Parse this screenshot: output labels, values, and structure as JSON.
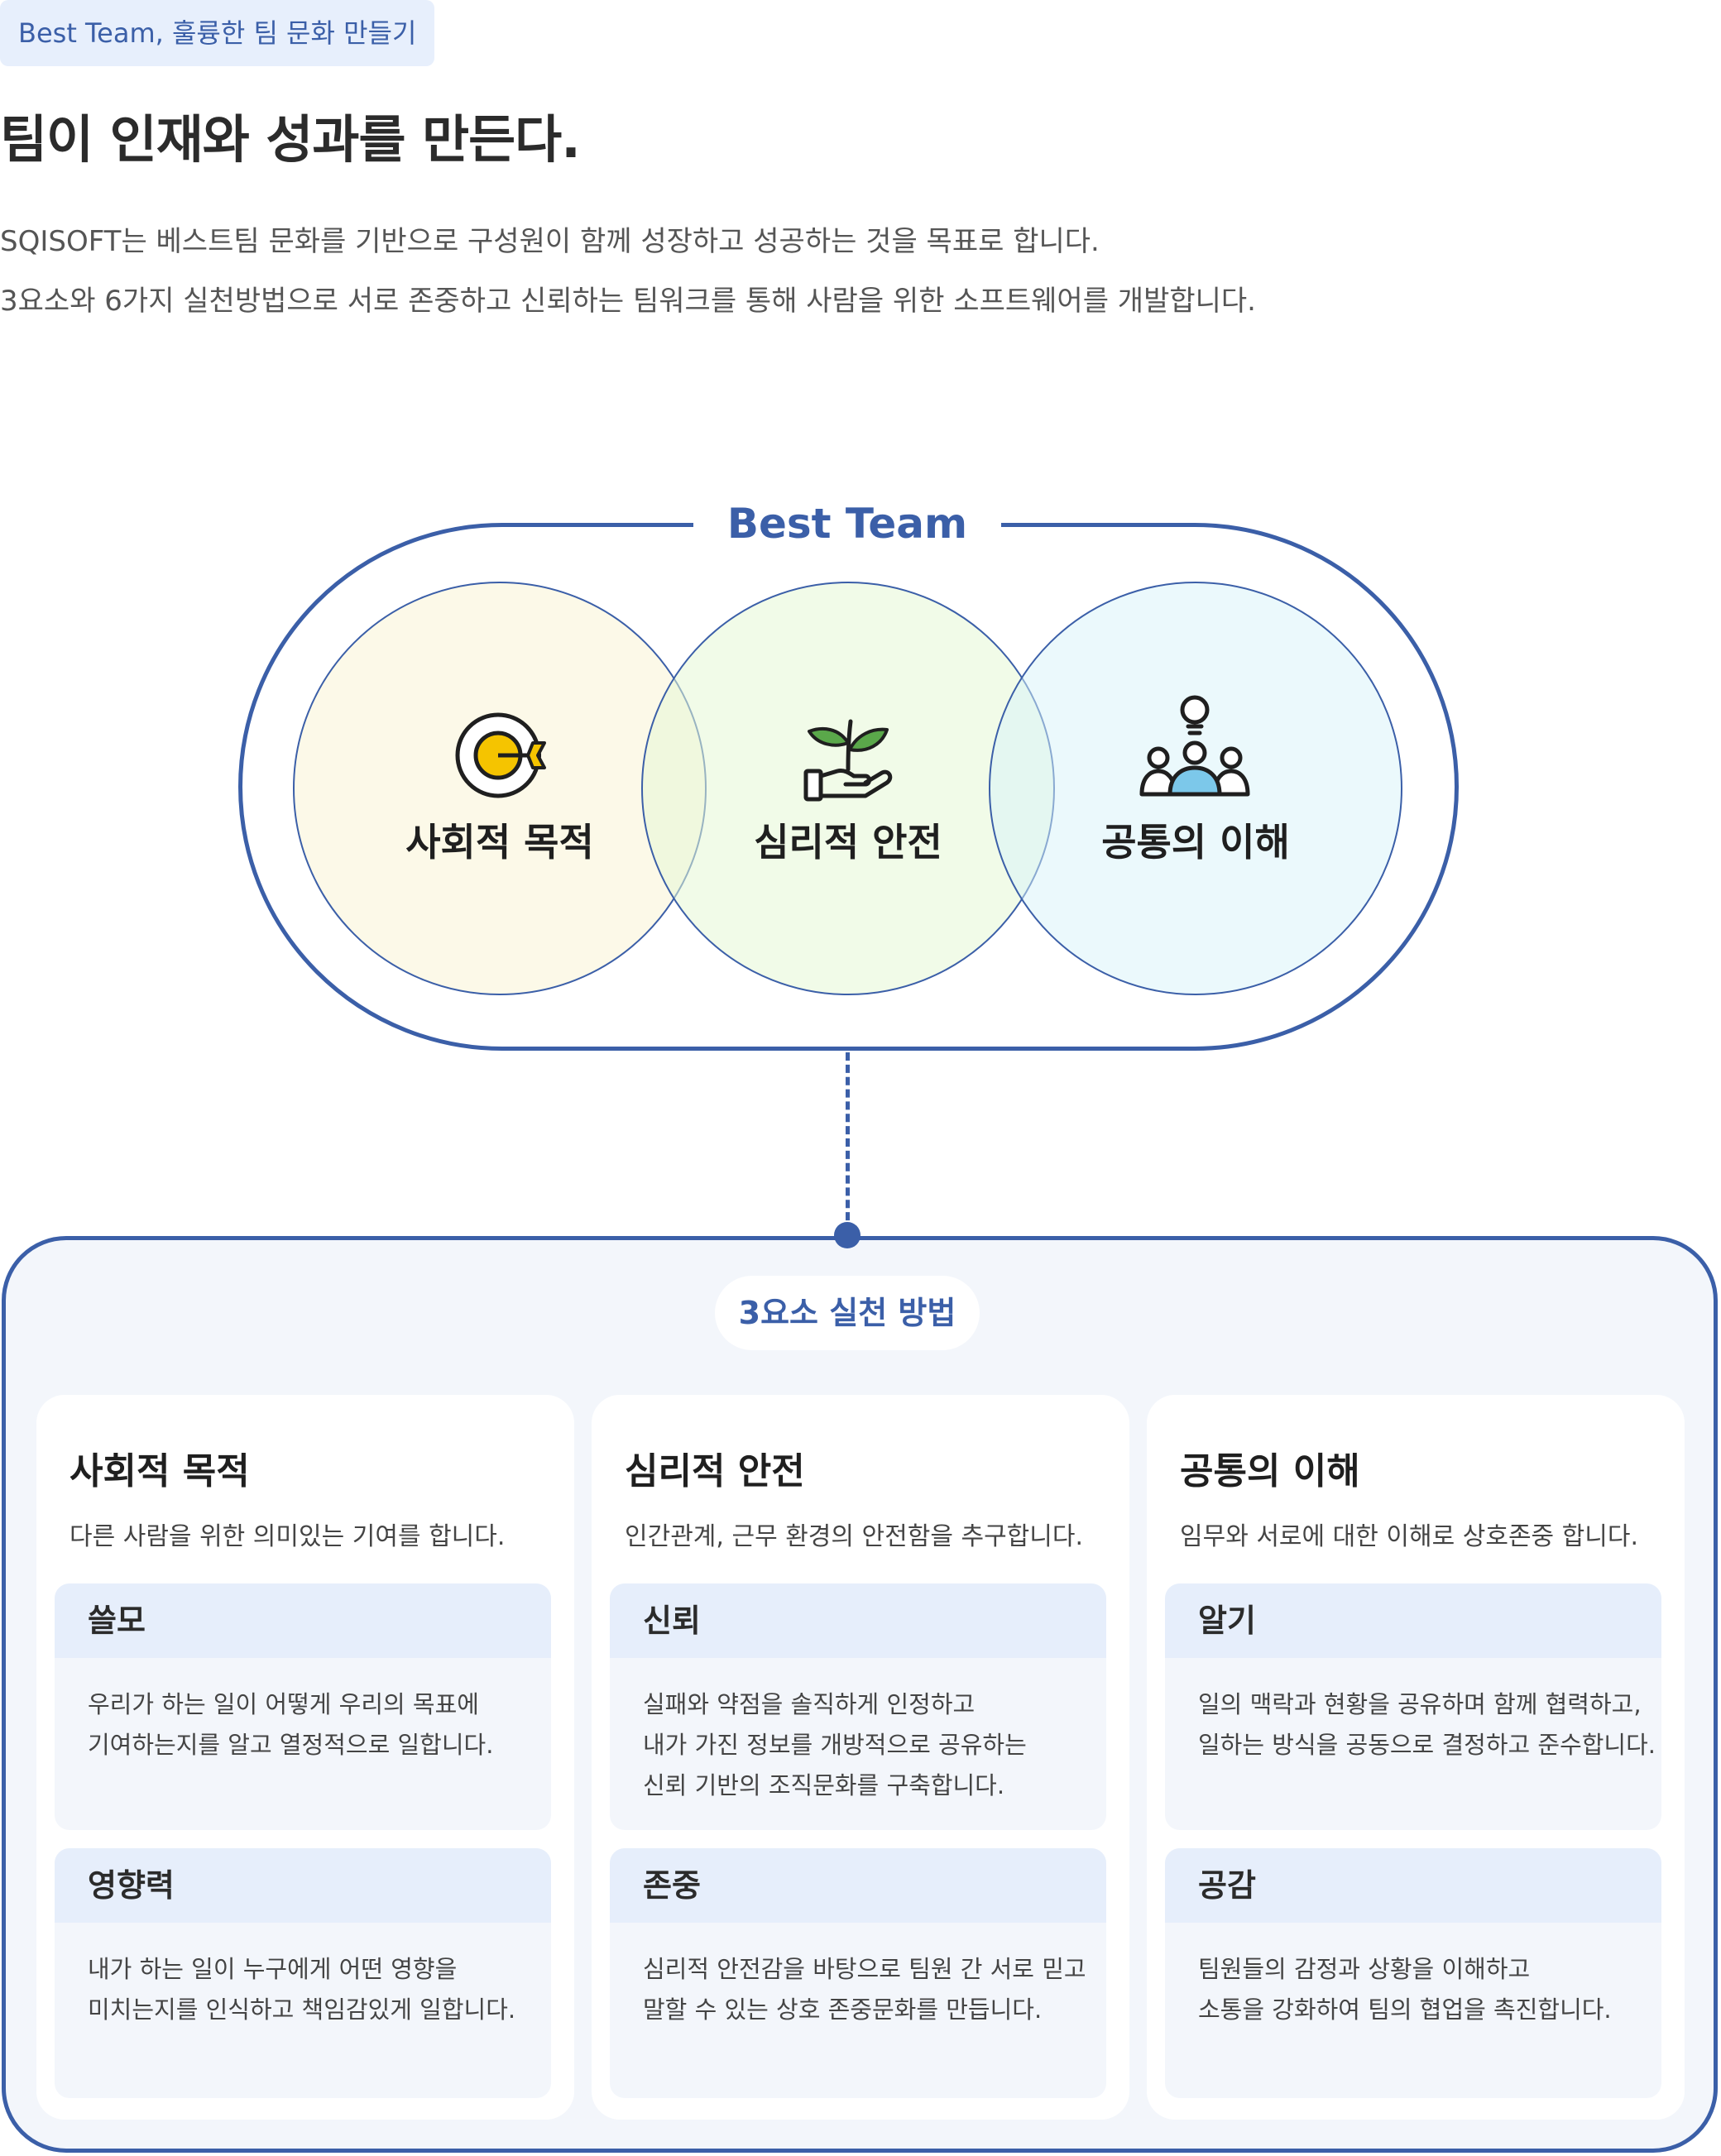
{
  "tag": "Best Team, 훌륭한 팀 문화 만들기",
  "headline": "팀이 인재와 성과를 만든다.",
  "intro": [
    "SQISOFT는 베스트팀 문화를 기반으로 구성원이 함께 성장하고 성공하는 것을 목표로 합니다.",
    "3요소와 6가지 실천방법으로 서로 존중하고 신뢰하는 팀워크를 통해 사람을 위한 소프트웨어를 개발합니다."
  ],
  "diagram": {
    "title": "Best Team",
    "circles": [
      {
        "label": "사회적 목적",
        "icon": "target-icon"
      },
      {
        "label": "심리적 안전",
        "icon": "sprout-hand-icon"
      },
      {
        "label": "공통의 이해",
        "icon": "team-idea-icon"
      }
    ]
  },
  "practice": {
    "pill": "3요소 실천 방법",
    "cards": [
      {
        "title": "사회적 목적",
        "desc": "다른 사람을 위한 의미있는 기여를 합니다.",
        "items": [
          {
            "head": "쓸모",
            "lines": [
              "우리가 하는 일이 어떻게 우리의 목표에",
              "기여하는지를 알고 열정적으로 일합니다."
            ]
          },
          {
            "head": "영향력",
            "lines": [
              "내가 하는 일이 누구에게 어떤 영향을",
              "미치는지를 인식하고 책임감있게 일합니다."
            ]
          }
        ]
      },
      {
        "title": "심리적 안전",
        "desc": "인간관계, 근무 환경의 안전함을 추구합니다.",
        "items": [
          {
            "head": "신뢰",
            "lines": [
              "실패와 약점을 솔직하게 인정하고",
              "내가 가진 정보를 개방적으로 공유하는",
              "신뢰 기반의 조직문화를 구축합니다."
            ]
          },
          {
            "head": "존중",
            "lines": [
              "심리적 안전감을 바탕으로 팀원 간 서로 믿고",
              "말할 수 있는 상호 존중문화를 만듭니다."
            ]
          }
        ]
      },
      {
        "title": "공통의 이해",
        "desc": "임무와 서로에 대한 이해로 상호존중 합니다.",
        "items": [
          {
            "head": "알기",
            "lines": [
              "일의 맥락과 현황을 공유하며 함께 협력하고,",
              "일하는 방식을 공동으로 결정하고 준수합니다."
            ]
          },
          {
            "head": "공감",
            "lines": [
              "팀원들의 감정과 상황을 이해하고",
              "소통을 강화하여 팀의 협업을 촉진합니다."
            ]
          }
        ]
      }
    ]
  },
  "colors": {
    "accent": "#3b5fa8",
    "target_yellow": "#f5c400",
    "leaf_green": "#5aa84a",
    "person_blue": "#7cc8ea"
  }
}
